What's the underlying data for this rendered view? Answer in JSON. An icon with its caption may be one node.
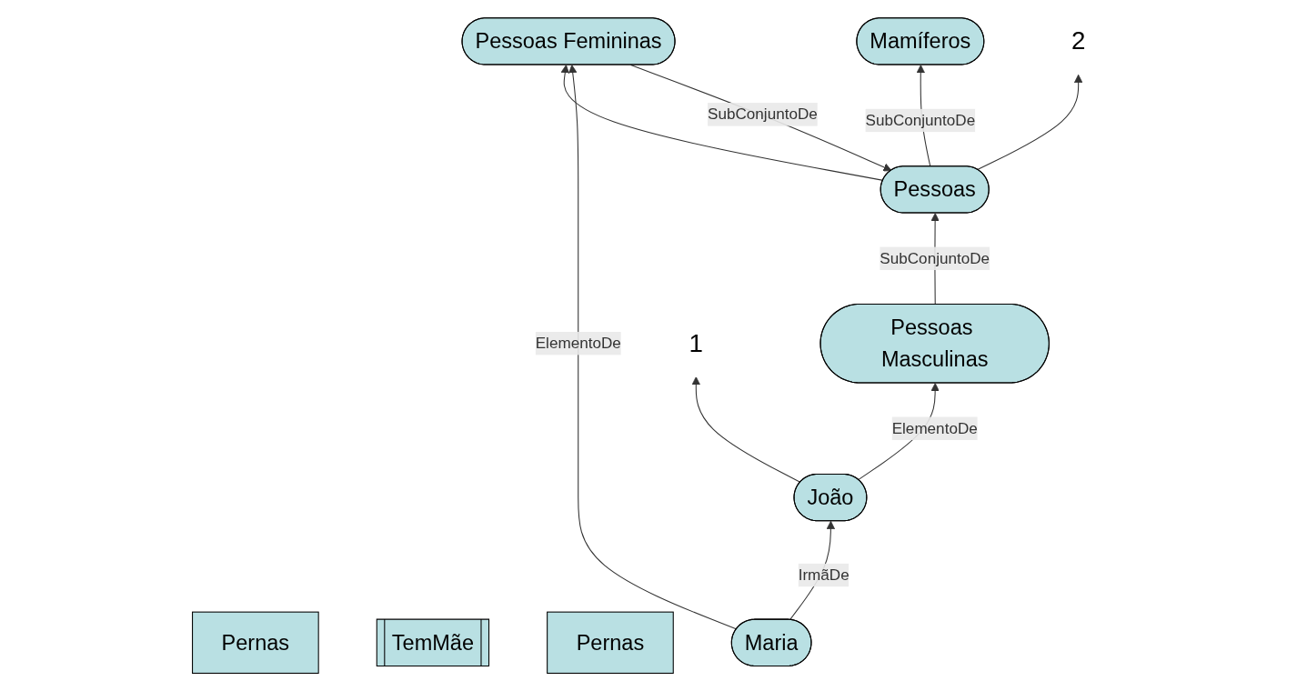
{
  "diagram": {
    "nodes": [
      {
        "text": [
          "Mamíferos"
        ]
      },
      {
        "text": [
          "Pernas"
        ]
      },
      {
        "text": [
          "TemMãe"
        ]
      },
      {
        "text": [
          "Pessoas"
        ]
      },
      {
        "text": [
          "2"
        ]
      },
      {
        "text": [
          "Pessoas Femininas"
        ]
      },
      {
        "text": [
          "Pessoas Masculinas"
        ]
      },
      {
        "text": [
          "Pernas"
        ]
      },
      {
        "text": [
          "Maria"
        ]
      },
      {
        "text": [
          "João"
        ]
      },
      {
        "text": [
          "1"
        ]
      }
    ],
    "edges": [
      {
        "from": 3,
        "to": 0,
        "arrow": "to",
        "label": "SubConjuntoDe"
      },
      {
        "from": 3,
        "to": 4,
        "arrow": "to"
      },
      {
        "from": 3,
        "to": 5,
        "arrow": "to"
      },
      {
        "from": 5,
        "to": 3,
        "arrow": "to",
        "label": "SubConjuntoDe"
      },
      {
        "from": 6,
        "to": 3,
        "arrow": "to",
        "label": "SubConjuntoDe"
      },
      {
        "from": 8,
        "to": 5,
        "arrow": "to",
        "label": "ElementoDe"
      },
      {
        "from": 9,
        "to": 6,
        "arrow": "to",
        "label": "ElementoDe"
      },
      {
        "from": 8,
        "to": 9,
        "arrow": "to",
        "label": "IrmãDe"
      },
      {
        "from": 9,
        "to": 10,
        "arrow": "to"
      }
    ]
  }
}
